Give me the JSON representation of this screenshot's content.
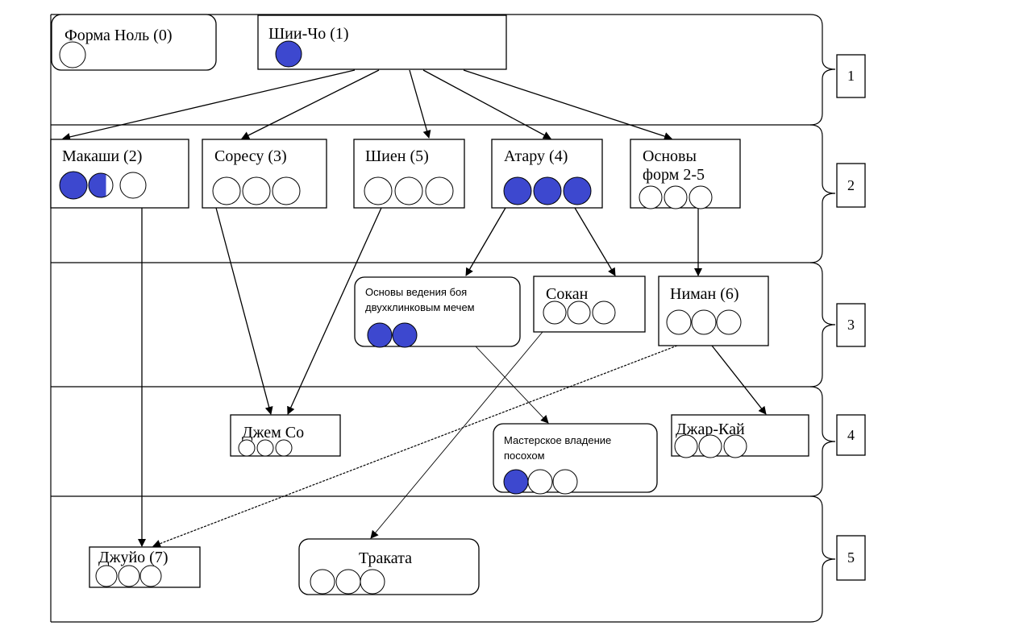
{
  "colors": {
    "filled": "#3d48cf",
    "empty": "#ffffff",
    "line": "#000000"
  },
  "levels": [
    "1",
    "2",
    "3",
    "4",
    "5"
  ],
  "nodes": {
    "forma_nol": {
      "label": "Форма Ноль (0)",
      "marks": [
        "empty"
      ]
    },
    "shii_cho": {
      "label": "Шии-Чо (1)",
      "marks": [
        "filled"
      ]
    },
    "makashi": {
      "label": "Макаши (2)",
      "marks": [
        "filled",
        "half",
        "empty"
      ]
    },
    "soresu": {
      "label": "Соресу (3)",
      "marks": [
        "empty",
        "empty",
        "empty"
      ]
    },
    "shien": {
      "label": "Шиен (5)",
      "marks": [
        "empty",
        "empty",
        "empty"
      ]
    },
    "ataru": {
      "label": "Атару (4)",
      "marks": [
        "filled",
        "filled",
        "filled"
      ]
    },
    "osnovy_form": {
      "label_lines": [
        "Основы",
        "форм 2-5"
      ],
      "marks": [
        "empty",
        "empty",
        "empty"
      ]
    },
    "dual_blade": {
      "label_lines": [
        "Основы ведения боя",
        "двухклинковым мечем"
      ],
      "marks": [
        "filled",
        "filled"
      ]
    },
    "sokan": {
      "label": "Сокан",
      "marks": [
        "empty",
        "empty",
        "empty"
      ]
    },
    "niman": {
      "label": "Ниман (6)",
      "marks": [
        "empty",
        "empty",
        "empty"
      ]
    },
    "jem_so": {
      "label": "Джем Со",
      "marks": [
        "empty",
        "empty",
        "empty"
      ]
    },
    "staff": {
      "label_lines": [
        "Мастерское владение",
        "посохом"
      ],
      "marks": [
        "filled",
        "empty",
        "empty"
      ]
    },
    "jar_kai": {
      "label": "Джар-Кай",
      "marks": [
        "empty",
        "empty",
        "empty"
      ]
    },
    "juyo": {
      "label": "Джуйо (7)",
      "marks": [
        "empty",
        "empty",
        "empty"
      ]
    },
    "trakata": {
      "label": "Траката",
      "marks": [
        "empty",
        "empty",
        "empty"
      ]
    }
  }
}
